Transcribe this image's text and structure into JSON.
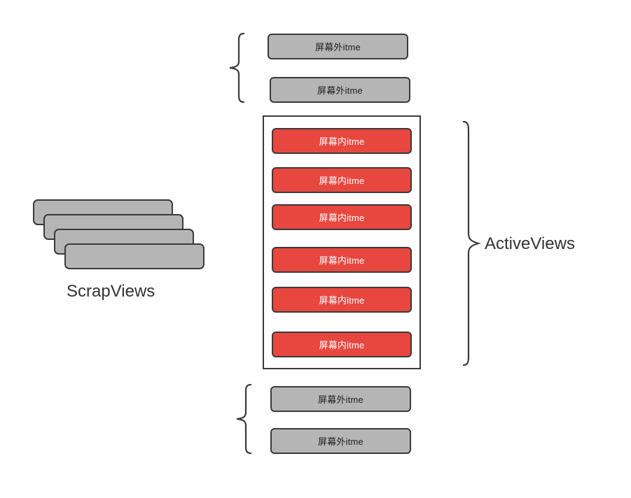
{
  "diagram": {
    "title_scrap": "ScrapViews",
    "title_active": "ActiveViews",
    "labels": {
      "offscreen_item": "屏幕外itme",
      "onscreen_item": "屏幕内itme"
    },
    "colors": {
      "offscreen_fill": "#b5b5b5",
      "onscreen_fill": "#e8473f",
      "stroke": "#3a3a3a",
      "text_dark": "#333333",
      "text_light": "#ffffff",
      "background": "#ffffff"
    },
    "scrap_stack": {
      "label": "ScrapViews",
      "card_count": 4,
      "cards": [
        {
          "name": "scrap-card-1"
        },
        {
          "name": "scrap-card-2"
        },
        {
          "name": "scrap-card-3"
        },
        {
          "name": "scrap-card-4"
        }
      ]
    },
    "top_offscreen_group": {
      "brace": "left-curly-brace",
      "items": [
        {
          "text": "屏幕外itme"
        },
        {
          "text": "屏幕外itme"
        }
      ]
    },
    "active_group": {
      "brace": "right-curly-brace",
      "label": "ActiveViews",
      "items": [
        {
          "text": "屏幕内itme"
        },
        {
          "text": "屏幕内itme"
        },
        {
          "text": "屏幕内itme"
        },
        {
          "text": "屏幕内itme"
        },
        {
          "text": "屏幕内itme"
        },
        {
          "text": "屏幕内itme"
        }
      ]
    },
    "bottom_offscreen_group": {
      "brace": "left-curly-brace",
      "items": [
        {
          "text": "屏幕外itme"
        },
        {
          "text": "屏幕外itme"
        }
      ]
    }
  }
}
